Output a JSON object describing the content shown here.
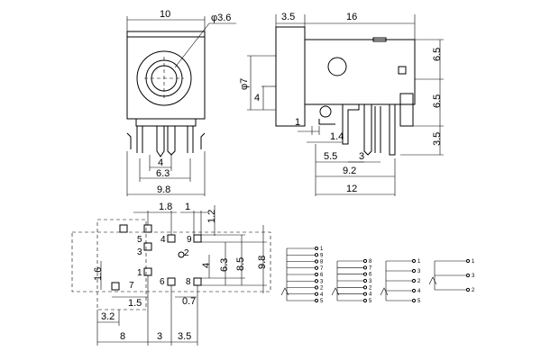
{
  "front_view": {
    "width_label": "10",
    "hole_diameter_label": "φ3.6",
    "pitch_label": "4",
    "pin_span_label": "6.3",
    "body_width_label": "9.8"
  },
  "side_view": {
    "flange_label": "3.5",
    "length_label": "16",
    "barrel_diameter_label": "φ7",
    "offset_label": "4",
    "top_height_label": "6.5",
    "mid_height_label": "6.5",
    "pin_length_label": "3.5",
    "pin_width_label": "1",
    "pin_thickness_label": "1.4",
    "pin_gap_a_label": "5.5",
    "pin_gap_b_label": "3",
    "pin_span_label": "9.2",
    "total_span_label": "12"
  },
  "footprint": {
    "top_pitch_label": "1.8",
    "top_width_label": "1",
    "right_width_label": "1.2",
    "pin_labels": [
      "5",
      "4",
      "9",
      "3",
      "2",
      "1",
      "7",
      "6",
      "8"
    ],
    "right_dim_1": "4",
    "right_dim_2": "6.3",
    "right_dim_3": "8.5",
    "right_dim_4": "9.8",
    "left_dim": "1.6",
    "pad_dim_1": "1.5",
    "pad_dim_2": "0.7",
    "pad_dim_3": "3.2",
    "bottom_dims": [
      "8",
      "3",
      "3.5"
    ]
  },
  "schematics": [
    {
      "pins": [
        "1",
        "9",
        "8",
        "7",
        "6",
        "3",
        "2",
        "4",
        "5"
      ]
    },
    {
      "pins": [
        "8",
        "7",
        "6",
        "3",
        "2",
        "4",
        "5"
      ]
    },
    {
      "pins": [
        "1",
        "3",
        "2",
        "4",
        "5"
      ]
    },
    {
      "pins": [
        "1",
        "3",
        "2"
      ]
    }
  ],
  "colors": {
    "line": "#000000",
    "background": "#ffffff"
  }
}
